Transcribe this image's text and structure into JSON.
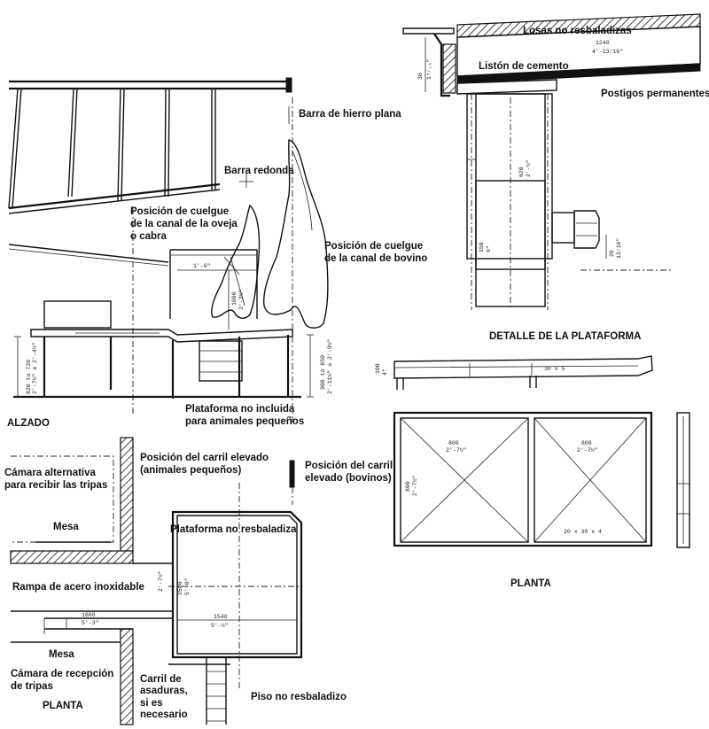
{
  "elevation": {
    "view_label": "ALZADO",
    "flat_iron_bar": "Barra de hierro plana",
    "round_bar": "Barra redonda",
    "sheep_position": [
      "Posición de cuelgue",
      "de la canal de la oveja",
      "o cabra"
    ],
    "bovine_position": [
      "Posición de cuelgue",
      "de la canal de bovino"
    ],
    "platform_note": [
      "Plataforma no incluida",
      "para animales pequeños"
    ],
    "dims": {
      "table_height": "820 to 720",
      "table_height_imp": "2'-7½\" a 2'-4½\"",
      "hook_offset": "1'-6\"",
      "drop": "1000",
      "drop_imp": "3'-3½\"",
      "right_height": "900 to 850",
      "right_height_imp": "2'-11½\" a 2'-9½\""
    }
  },
  "platform_detail": {
    "view_label": "DETALLE DE LA PLATAFORMA",
    "non_slip_slabs": "Losas no resbaladizas",
    "cement_batten": "Listón de cemento",
    "permanent_posts": "Postigos permanentes",
    "dims": {
      "span": "1240",
      "span_imp": "4'-13⁄16\"",
      "left_height": "30",
      "left_height_imp": "1³⁄₁₆\"",
      "post_height": "620",
      "post_height_imp": "2'-½\"",
      "base": "150",
      "base_imp": "6\"",
      "bolt": "20",
      "bolt_imp": "13⁄16\""
    },
    "beam_dim": "30 x 5",
    "beam_height": "100",
    "beam_height_imp": "4\""
  },
  "platform_plan": {
    "view_label": "PLANTA",
    "left_width": "800",
    "left_width_imp": "2'-7½\"",
    "right_width": "800",
    "right_width_imp": "2'-7½\"",
    "depth": "800",
    "depth_imp": "2'-7½\"",
    "section": "20 x 30 x 4"
  },
  "plan": {
    "view_label": "PLANTA",
    "alt_chamber": [
      "Cámara alternativa",
      "para recibir las tripas"
    ],
    "table_top": "Mesa",
    "raised_rail_small": [
      "Posición del carril elevado",
      "(animales pequeños)"
    ],
    "raised_rail_bovine": [
      "Posición del carril",
      "elevado (bovinos)"
    ],
    "non_slip_platform": "Plataforma no resbaladiza",
    "steel_ramp": "Rampa de acero inoxidable",
    "table_bottom": "Mesa",
    "tripe_chamber": [
      "Cámara de recepción",
      "de tripas"
    ],
    "offal_rail": [
      "Carril de",
      "asaduras,",
      "si es",
      "necesario"
    ],
    "non_slip_floor": "Piso no resbaladizo",
    "dims": {
      "ramp_length": "1600",
      "ramp_length_imp": "5'-3\"",
      "platform_depth": "1500",
      "platform_depth_imp": "5'-0\"",
      "platform_width": "1540",
      "platform_width_imp": "5'-½\"",
      "left_gap": "2'-7½\""
    }
  }
}
